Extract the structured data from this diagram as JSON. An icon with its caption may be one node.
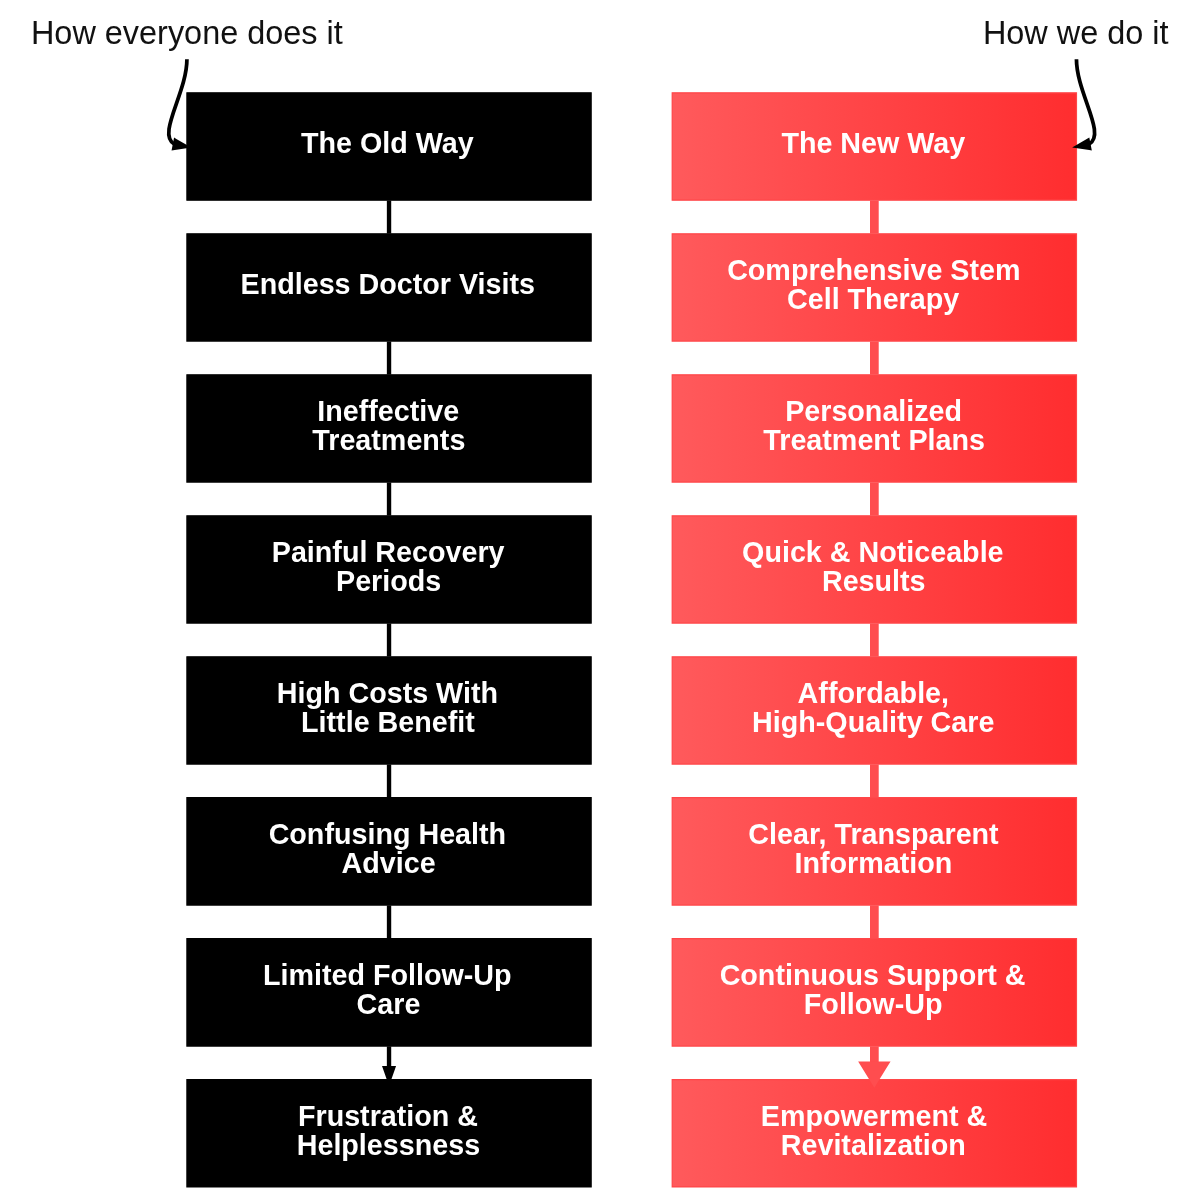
{
  "diagram": {
    "nodes": [
      {
        "text": [
          "How everyone does it"
        ]
      },
      {
        "text": [
          "The Old Way"
        ]
      },
      {
        "text": [
          "Endless Doctor Visits"
        ]
      },
      {
        "text": [
          "Ineffective Treatments"
        ]
      },
      {
        "text": [
          "Painful Recovery Periods"
        ]
      },
      {
        "text": [
          "High Costs With Little Benefit"
        ]
      },
      {
        "text": [
          "Confusing Health Advice"
        ]
      },
      {
        "text": [
          "Limited Follow-Up Care"
        ]
      },
      {
        "text": [
          "Frustration & Helplessness"
        ]
      },
      {
        "text": [
          "How we do it"
        ]
      },
      {
        "text": [
          "The New Way"
        ]
      },
      {
        "text": [
          "Comprehensive Stem Cell Therapy"
        ]
      },
      {
        "text": [
          "Personalized Treatment Plans"
        ]
      },
      {
        "text": [
          "Quick & Noticeable Results"
        ]
      },
      {
        "text": [
          "Affordable, High-Quality Care"
        ]
      },
      {
        "text": [
          "Clear, Transparent Information"
        ]
      },
      {
        "text": [
          "Continuous Support & Follow-Up"
        ]
      },
      {
        "text": [
          "Empowerment & Revitalization"
        ]
      }
    ],
    "edges": [
      {
        "from": 0,
        "to": 1,
        "arrow": "to"
      },
      {
        "from": 1,
        "to": 2,
        "arrow": "none"
      },
      {
        "from": 2,
        "to": 3,
        "arrow": "none"
      },
      {
        "from": 3,
        "to": 4,
        "arrow": "none"
      },
      {
        "from": 4,
        "to": 5,
        "arrow": "none"
      },
      {
        "from": 5,
        "to": 6,
        "arrow": "none"
      },
      {
        "from": 6,
        "to": 7,
        "arrow": "none"
      },
      {
        "from": 7,
        "to": 8,
        "arrow": "to"
      },
      {
        "from": 9,
        "to": 10,
        "arrow": "to"
      },
      {
        "from": 10,
        "to": 11,
        "arrow": "none",
        "style": "thick",
        "color": "#ff4d4f"
      },
      {
        "from": 11,
        "to": 12,
        "arrow": "none",
        "style": "thick",
        "color": "#ff4d4f"
      },
      {
        "from": 12,
        "to": 13,
        "arrow": "none",
        "style": "thick",
        "color": "#ff4d4f"
      },
      {
        "from": 13,
        "to": 14,
        "arrow": "none",
        "style": "thick",
        "color": "#ff4d4f"
      },
      {
        "from": 14,
        "to": 15,
        "arrow": "none",
        "style": "thick",
        "color": "#ff4d4f"
      },
      {
        "from": 15,
        "to": 16,
        "arrow": "none",
        "style": "thick",
        "color": "#ff4d4f"
      },
      {
        "from": 16,
        "to": 17,
        "arrow": "to",
        "style": "thick",
        "color": "#ff4d4f"
      }
    ]
  }
}
